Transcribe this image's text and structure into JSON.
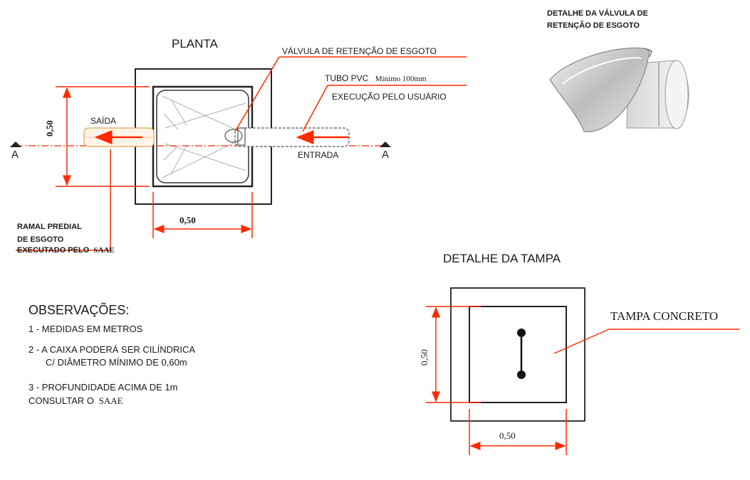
{
  "planta": {
    "title": "PLANTA",
    "valvula_label": "VÁLVULA DE RETENÇÃO DE ESGOTO",
    "tubo_label_prefix": "TUBO  PVC",
    "tubo_label_suffix": "Mínimo 100mm",
    "execucao_label": "EXECUÇÃO PELO USUÁRIO",
    "saida_label": "SAÍDA",
    "entrada_label": "ENTRADA",
    "section_left": "A",
    "section_right": "A",
    "dim_vertical": "0,50",
    "dim_horizontal": "0,50",
    "ramal_line1": "RAMAL PREDIAL",
    "ramal_line2": "DE ESGOTO",
    "ramal_line3_prefix": "EXECUTADO PELO",
    "ramal_line3_suffix": "SAAE"
  },
  "valve_detail": {
    "title_line1": "DETALHE DA VÁLVULA DE",
    "title_line2": "RETENÇÃO DE ESGOTO"
  },
  "tampa_detail": {
    "title": "DETALHE DA TAMPA",
    "label": "TAMPA CONCRETO",
    "dim_vertical": "0,50",
    "dim_horizontal": "0,50"
  },
  "observacoes": {
    "title": "OBSERVAÇÕES:",
    "items": [
      "1 - MEDIDAS EM METROS",
      "2 - A CAIXA PODERÁ SER CILÍNDRICA",
      "C/ DIÂMETRO MÍNIMO DE 0,60m",
      "3 - PROFUNDIDADE ACIMA DE 1m",
      "CONSULTAR O"
    ],
    "saae": "SAAE"
  },
  "colors": {
    "red": "#ff2a00",
    "line": "#222222",
    "pipe_fill": "#fff4e8"
  }
}
